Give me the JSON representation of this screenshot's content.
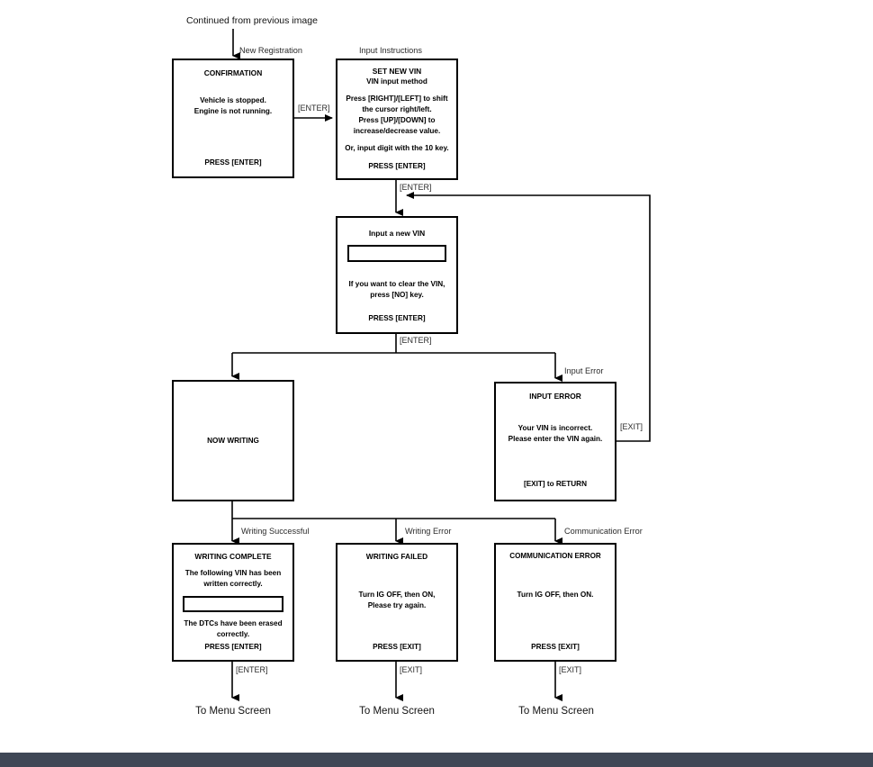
{
  "page": {
    "background": "#ffffff",
    "line_color": "#000000",
    "bottom_bar_color": "#3f4756"
  },
  "entry": {
    "label": "Continued from previous image"
  },
  "captions": {
    "new_registration": "New Registration",
    "input_instructions": "Input Instructions",
    "input_error": "Input Error",
    "writing_successful": "Writing Successful",
    "writing_error": "Writing Error",
    "communication_error": "Communication Error"
  },
  "edges": {
    "enter_1": "[ENTER]",
    "enter_2": "[ENTER]",
    "enter_3": "[ENTER]",
    "exit_return": "[EXIT]",
    "enter_complete": "[ENTER]",
    "exit_failed": "[EXIT]",
    "exit_comm": "[EXIT]"
  },
  "boxes": {
    "confirmation": {
      "title": "CONFIRMATION",
      "line1": "Vehicle is stopped.",
      "line2": "Engine is not running.",
      "footer": "PRESS [ENTER]"
    },
    "set_new_vin": {
      "title": "SET NEW VIN",
      "subtitle": "VIN input method",
      "line1": "Press [RIGHT]/[LEFT] to shift",
      "line2": "the cursor right/left.",
      "line3": "Press [UP]/[DOWN] to",
      "line4": "increase/decrease value.",
      "line5": "Or, input digit with the 10 key.",
      "footer": "PRESS [ENTER]"
    },
    "input_new_vin": {
      "title": "Input a new VIN",
      "field_value": "",
      "line1": "If you want to clear the VIN,",
      "line2": "press [NO] key.",
      "footer": "PRESS [ENTER]"
    },
    "now_writing": {
      "title": "NOW WRITING"
    },
    "input_error": {
      "title": "INPUT ERROR",
      "line1": "Your VIN is incorrect.",
      "line2": "Please enter the VIN again.",
      "footer": "[EXIT] to RETURN"
    },
    "writing_complete": {
      "title": "WRITING COMPLETE",
      "line1": "The following VIN has been",
      "line2": "written correctly.",
      "field_value": "",
      "line3": "The DTCs have been erased",
      "line4": "correctly.",
      "footer": "PRESS [ENTER]"
    },
    "writing_failed": {
      "title": "WRITING FAILED",
      "line1": "Turn IG OFF, then ON,",
      "line2": "Please try again.",
      "footer": "PRESS [EXIT]"
    },
    "communication_error": {
      "title": "COMMUNICATION ERROR",
      "line1": "Turn IG OFF, then ON.",
      "footer": "PRESS [EXIT]"
    }
  },
  "terminals": {
    "menu_1": "To Menu Screen",
    "menu_2": "To Menu Screen",
    "menu_3": "To Menu Screen"
  }
}
